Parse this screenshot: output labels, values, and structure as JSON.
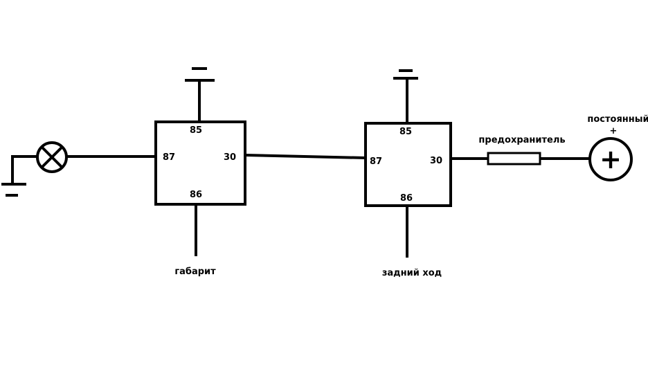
{
  "relay1": {
    "pin_top": "85",
    "pin_left": "87",
    "pin_right": "30",
    "pin_bottom": "86",
    "control_label": "габарит"
  },
  "relay2": {
    "pin_top": "85",
    "pin_left": "87",
    "pin_right": "30",
    "pin_bottom": "86",
    "control_label": "задний ход"
  },
  "fuse": {
    "label": "предохранитель"
  },
  "supply": {
    "label_line1": "постоянный",
    "label_line2": "+",
    "symbol": "+"
  },
  "colors": {
    "ink": "#000000",
    "background": "#ffffff"
  }
}
